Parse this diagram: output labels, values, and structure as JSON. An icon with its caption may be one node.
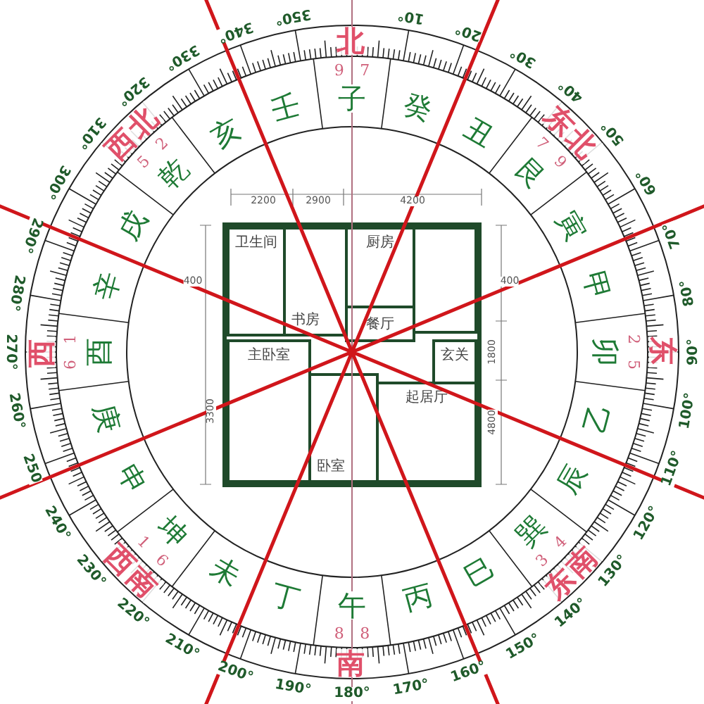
{
  "diagram": {
    "nodes": [
      {
        "text": [],
        "shape": "box"
      },
      {
        "text": [
          "卫生间"
        ],
        "in": 0
      },
      {
        "text": [
          "书房"
        ],
        "in": 0
      },
      {
        "text": [
          "厨房"
        ],
        "in": 0
      },
      {
        "text": [],
        "shape": "box",
        "in": 0
      },
      {
        "text": [
          "餐厅"
        ],
        "in": 0
      },
      {
        "text": [
          "玄关"
        ],
        "in": 0
      },
      {
        "text": [
          "主卧室"
        ],
        "in": 0
      },
      {
        "text": [
          "卧室"
        ],
        "in": 0
      },
      {
        "text": [
          "起居厅"
        ],
        "in": 0
      }
    ],
    "labels": [
      "10°",
      "20°",
      "30°",
      "40°",
      "50°",
      "60°",
      "70°",
      "80°",
      "90°",
      "100°",
      "110°",
      "120°",
      "130°",
      "140°",
      "150°",
      "160°",
      "170°",
      "180°",
      "190°",
      "200°",
      "210°",
      "220°",
      "230°",
      "240°",
      "250",
      "260°",
      "270°",
      "280°",
      "290°",
      "300°",
      "310°",
      "320°",
      "330°",
      "340°",
      "350°",
      "北",
      "东北",
      "东",
      "东南",
      "南",
      "西南",
      "西",
      "西北",
      "9",
      "7",
      "7",
      "9",
      "2",
      "5",
      "3",
      "4",
      "8",
      "8",
      "1",
      "6",
      "6",
      "1",
      "5",
      "2",
      "子",
      "癸",
      "丑",
      "艮",
      "寅",
      "甲",
      "卯",
      "乙",
      "辰",
      "巽",
      "巳",
      "丁",
      "午",
      "丙",
      "未",
      "坤",
      "申",
      "庚",
      "酉",
      "辛",
      "戌",
      "乾",
      "亥",
      "壬",
      "2200",
      "2900",
      "4200",
      "400",
      "400",
      "1800",
      "4800",
      "3300"
    ]
  }
}
